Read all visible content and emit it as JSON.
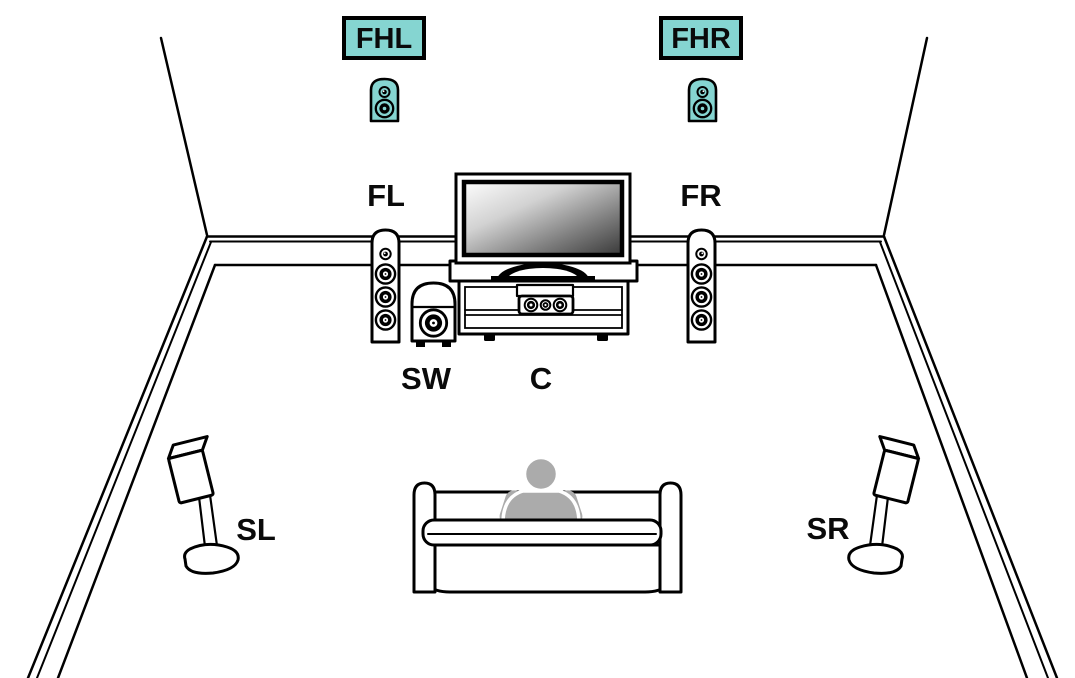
{
  "labels": {
    "front_height_left": "FHL",
    "front_height_right": "FHR",
    "front_left": "FL",
    "front_right": "FR",
    "subwoofer": "SW",
    "center": "C",
    "surround_left": "SL",
    "surround_right": "SR"
  },
  "colors": {
    "height_highlight": "#85D5D1",
    "outline": "#000000",
    "listener": "#ABABAB",
    "background": "#FFFFFF"
  }
}
